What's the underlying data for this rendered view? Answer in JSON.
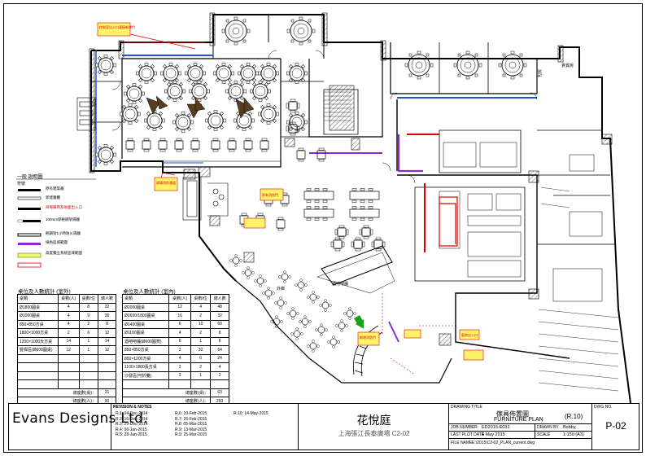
{
  "company": "Evans Designs Ltd.",
  "legend": {
    "title": "一般  說明圖",
    "header": "符號",
    "items": [
      "原有建築牆",
      "新建牆體",
      "商場備用及地面出入口",
      "100mm厚輕鋼架隔牆",
      "輕鋼架1小時防火隔牆",
      "綠色區域範圍",
      "高度獨立系統區域範圍"
    ]
  },
  "table_outdoor": {
    "title": "桌位及人數統計 (室外)",
    "header": [
      "桌類",
      "桌數(人)",
      "桌數/位",
      "總人數"
    ],
    "rows": [
      [
        "Ø1800圓桌",
        "4",
        "8",
        "32"
      ],
      [
        "Ø1000圓桌",
        "4",
        "9",
        "36"
      ],
      [
        "850×850方桌",
        "4",
        "2",
        "8"
      ],
      [
        "1800×1000方桌",
        "2",
        "6",
        "12"
      ],
      [
        "1200×1000大方桌",
        "14",
        "1",
        "14"
      ],
      [
        "豎桿區(Ø600圓桌)",
        "12",
        "1",
        "12"
      ]
    ],
    "summary": [
      [
        "總座數(桌)：",
        "21"
      ],
      [
        "總座數(人)：",
        "90"
      ]
    ]
  },
  "table_indoor": {
    "title": "桌位及人數統計 (室內)",
    "header": [
      "桌類",
      "桌數(人)",
      "桌數/位",
      "總人數"
    ],
    "rows": [
      [
        "Ø2000圓桌",
        "12",
        "4",
        "48"
      ],
      [
        "Ø1600/1800圓桌",
        "16",
        "2",
        "32"
      ],
      [
        "Ø1400圓桌",
        "6",
        "10",
        "60"
      ],
      [
        "Ø1100圓桌",
        "4",
        "2",
        "8"
      ],
      [
        "酒吧吧檯(Ø600圓凳)",
        "8",
        "1",
        "8"
      ],
      [
        "850×850方桌",
        "2",
        "32",
        "64"
      ],
      [
        "850×1200方桌",
        "4",
        "6",
        "24"
      ],
      [
        "1100×1800長方桌",
        "2",
        "2",
        "4"
      ],
      [
        "沙發區(可折疊)",
        "2",
        "1",
        "2"
      ]
    ],
    "summary": [
      [
        "總座數(桌)：",
        "63"
      ],
      [
        "總座數(人)：",
        "250"
      ]
    ]
  },
  "revisions": {
    "title": "REVISION & NOTES",
    "col1": [
      "R.1: 04-Dec-2014",
      "R.2: 16-Dec-2014",
      "R.3: 29-Dec-2014",
      "R.4: 06-Jan-2015",
      "R.5: 28-Jan-2015"
    ],
    "col2": [
      "R.6: 10-Feb-2015",
      "R.7: 26-Feb-2015",
      "R.8: 05-Mar-2015",
      "R.9: 13-Mar-2015",
      "R.9: 25-Mar-2015"
    ],
    "col3": [
      "R.10: 14-May-2015"
    ]
  },
  "project": {
    "name": "花悅庭",
    "subname": "上海張江長泰廣場 C2-02"
  },
  "drawing": {
    "title_label": "DRAWING TITLE",
    "title_cn": "傢具佈置圖",
    "title_en": "FURNITURE PLAN",
    "revision": "(R.10)",
    "job_label": "JOB NUMBER",
    "job": "ED2015-E031",
    "date_label": "LAST PLOT DATE",
    "date": "4 May 2015",
    "file_label": "FILE NAME",
    "file": "E:\\2015\\C2-02_PLAN_current.dwg",
    "drawn_label": "DRAWN BY",
    "drawn": "Bobby",
    "scale_label": "SCALE",
    "scale": "1:150 (A3)",
    "dwg_label": "DWG NO.",
    "dwg_no": "P-02"
  },
  "plan_labels": {
    "entrance": "入口",
    "outdoor": "外廊",
    "bar": "酒吧吧檯",
    "vip1": "包房",
    "vip2": "貴賓房",
    "note1": "控制室出入口連接新增門",
    "note2": "商場消防通道",
    "note3": "原有消防門",
    "note4": "新增消防門",
    "note5": "廚房出入口"
  },
  "colors": {
    "red": "#dd0000",
    "blue": "#2a4fd0",
    "purple": "#8a2bd0",
    "yellow": "#fff36b",
    "green": "#1aa01a"
  }
}
